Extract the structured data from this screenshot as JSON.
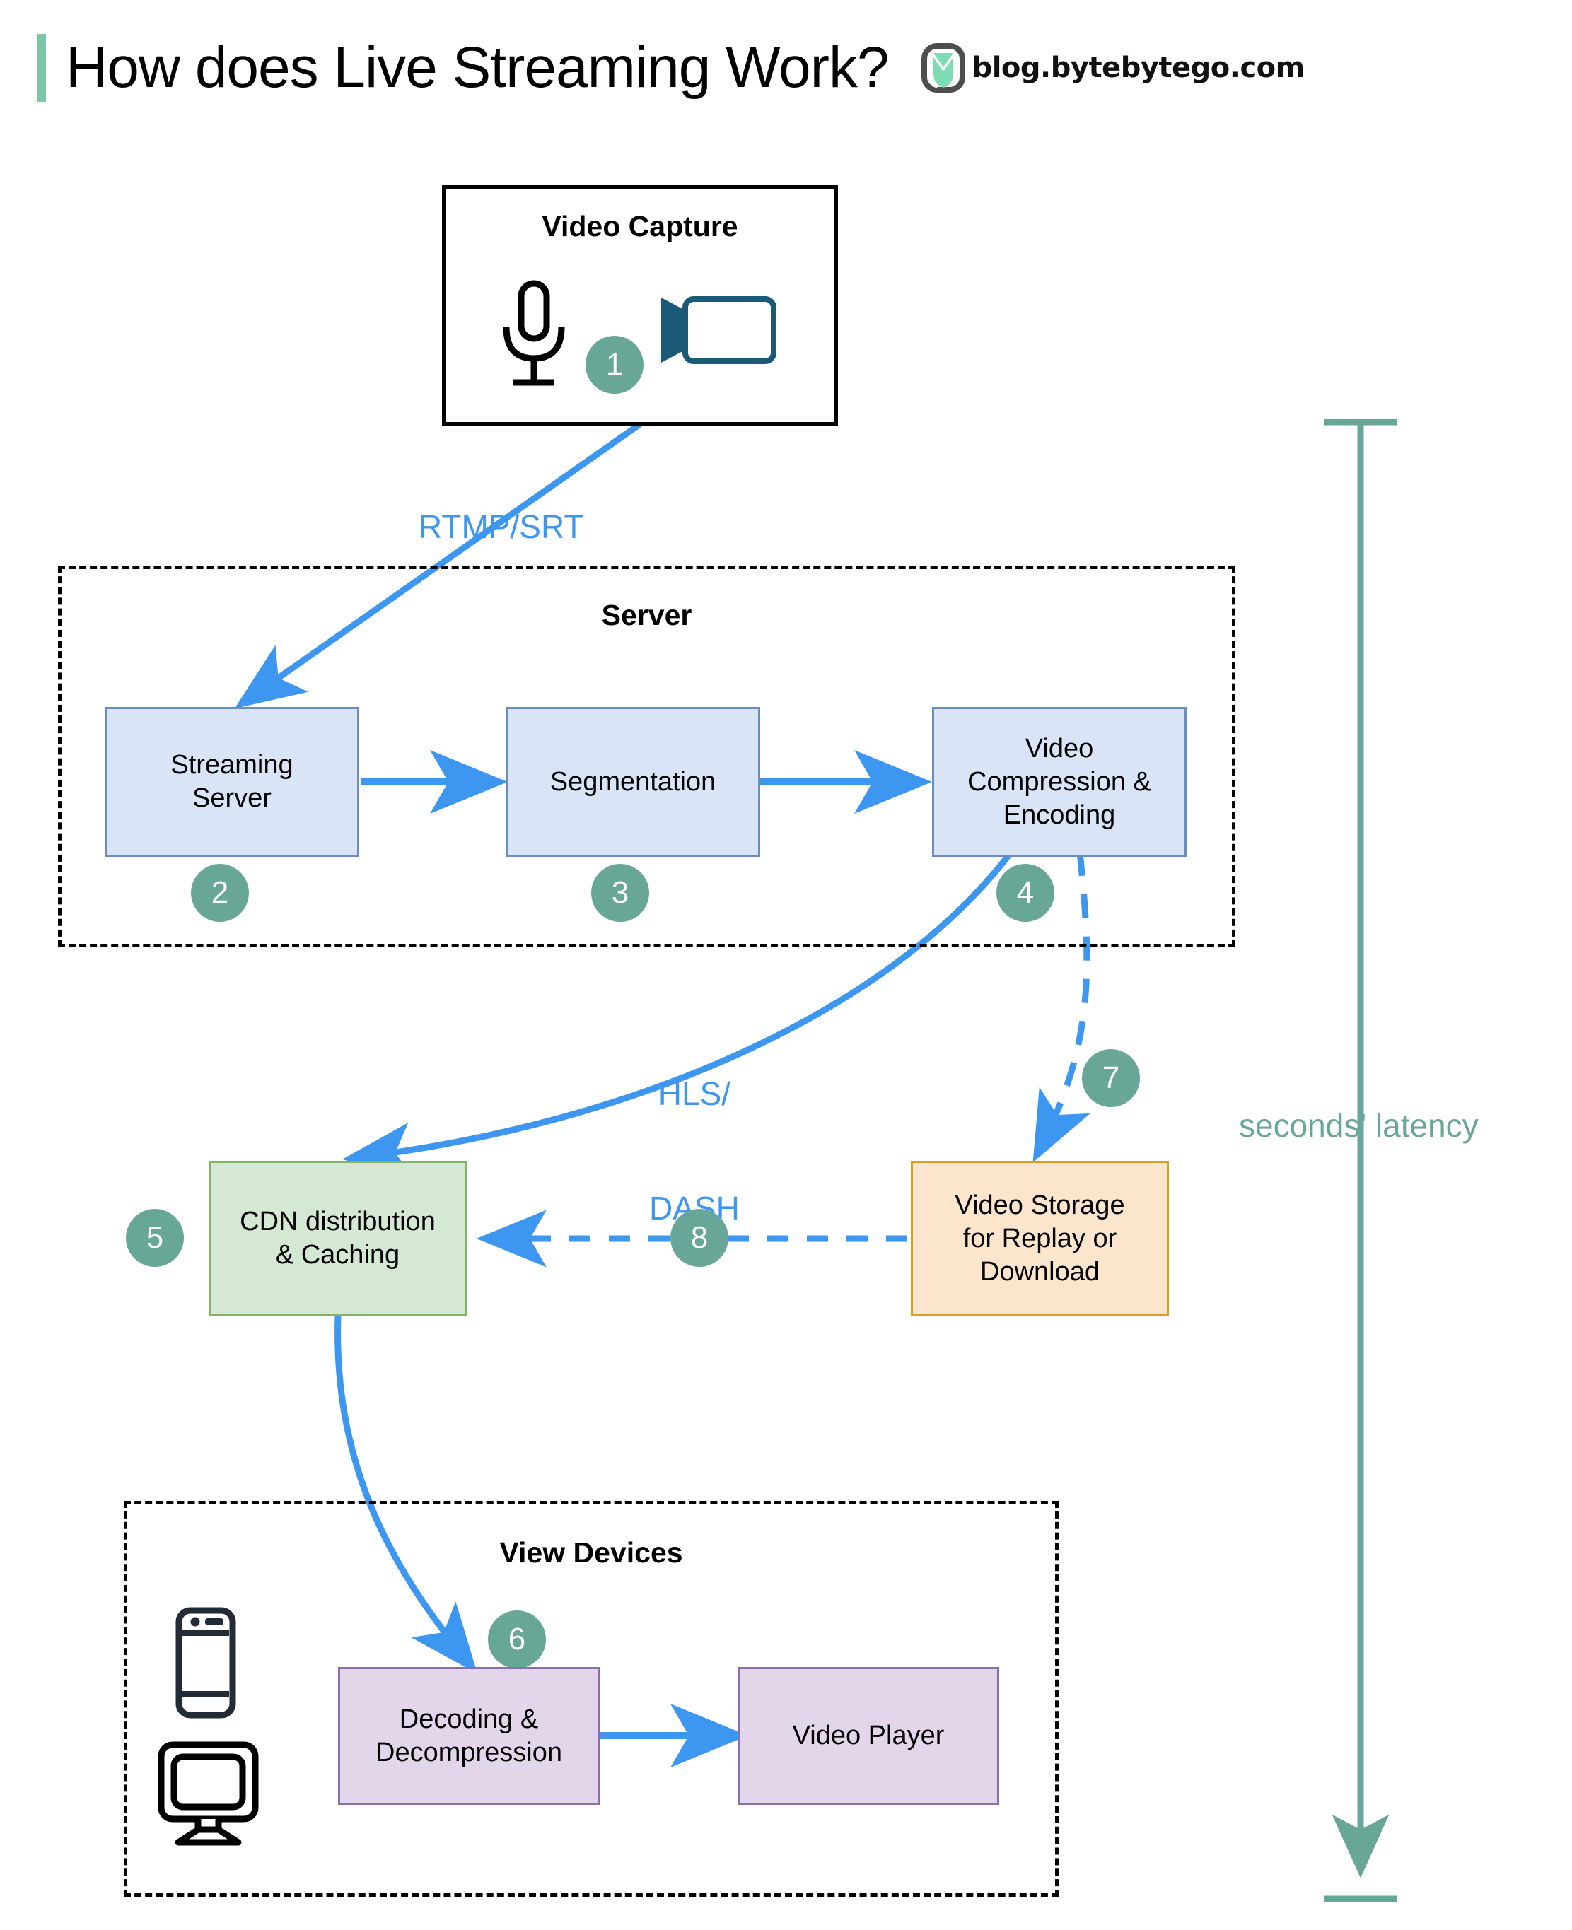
{
  "header": {
    "title": "How does Live Streaming Work?",
    "brand_text": "blog.bytebytego.com",
    "logo_icon": "bytebytego-logo-icon",
    "accent_color": "#7cc6a8"
  },
  "colors": {
    "badge": "#68a698",
    "flow_blue": "#3d97f0",
    "box_blue_fill": "#d9e5f7",
    "box_blue_border": "#6c8ebf",
    "box_green_fill": "#d5e8d4",
    "box_green_border": "#82b366",
    "box_orange_fill": "#fce5cd",
    "box_orange_border": "#d6a021",
    "box_purple_fill": "#e3d6ea",
    "box_purple_border": "#8c6fa8",
    "latency": "#68a698"
  },
  "groups": {
    "capture": {
      "title": "Video Capture",
      "icons": [
        "microphone-icon",
        "video-camera-icon"
      ]
    },
    "server": {
      "title": "Server"
    },
    "view_devices": {
      "title": "View Devices",
      "icons": [
        "smartphone-icon",
        "desktop-monitor-icon"
      ]
    }
  },
  "nodes": {
    "streaming_server": "Streaming\nServer",
    "streaming_server_l1": "Streaming",
    "streaming_server_l2": "Server",
    "segmentation": "Segmentation",
    "compression_l1": "Video",
    "compression_l2": "Compression &",
    "compression_l3": "Encoding",
    "cdn_l1": "CDN distribution",
    "cdn_l2": "& Caching",
    "storage_l1": "Video Storage",
    "storage_l2": "for Replay or",
    "storage_l3": "Download",
    "decoding_l1": "Decoding &",
    "decoding_l2": "Decompression",
    "video_player": "Video Player"
  },
  "badges": [
    {
      "n": "1",
      "for": "video-capture"
    },
    {
      "n": "2",
      "for": "streaming-server"
    },
    {
      "n": "3",
      "for": "segmentation"
    },
    {
      "n": "4",
      "for": "video-compression-encoding"
    },
    {
      "n": "5",
      "for": "cdn-distribution-caching"
    },
    {
      "n": "6",
      "for": "decoding-decompression"
    },
    {
      "n": "7",
      "for": "video-storage"
    },
    {
      "n": "8",
      "for": "storage-to-cdn"
    }
  ],
  "edge_labels": {
    "rtmp_srt": "RTMP/SRT",
    "hls_l1": "HLS/",
    "hls_l2": "DASH"
  },
  "latency": {
    "label": "seconds' latency"
  }
}
